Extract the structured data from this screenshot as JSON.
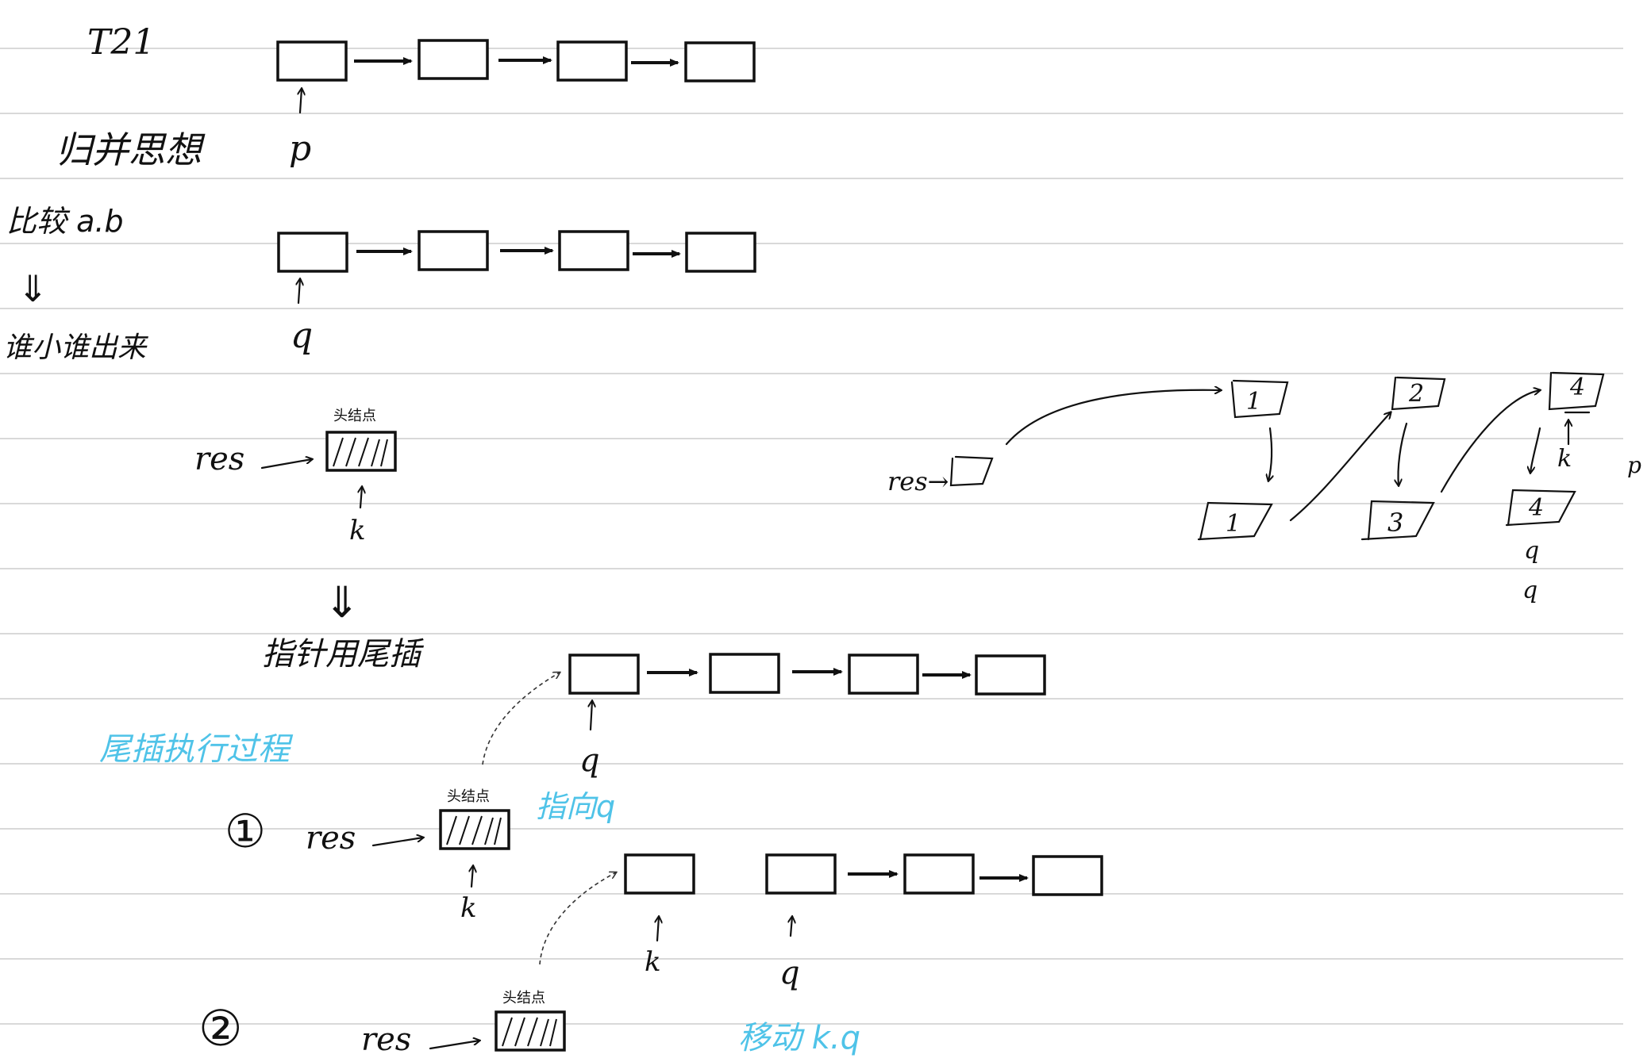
{
  "labels": {
    "title": "T21",
    "idea": "归并思想",
    "compare": "比较 a.b",
    "double_arrow": "⇓",
    "pick_smaller": "谁小谁出来",
    "p": "p",
    "q": "q",
    "res": "res",
    "k": "k",
    "head_node": "头结点",
    "tail_insert": "指针用尾插",
    "tail_process": "尾插执行过程",
    "step1": "①",
    "step2": "②",
    "point_to_q": "指向q",
    "move_kq": "移动 k.q",
    "right_res": "res→",
    "n1a": "1",
    "n1b": "1",
    "n2": "2",
    "n3": "3",
    "n4a": "4",
    "n4b": "4"
  },
  "colors": {
    "ink": "#111111",
    "annotation_blue": "#4fc3e8",
    "rule_line": "#d9d9d9"
  }
}
